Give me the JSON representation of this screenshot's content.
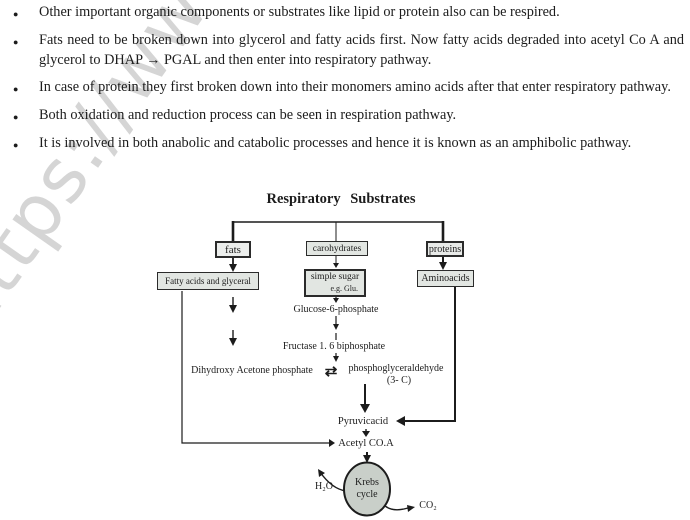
{
  "page": {
    "bullet_marker": "●",
    "watermark": "https://www.Stu",
    "bullets": [
      "Other important organic components or substrates like lipid or protein also can be respired.",
      "Fats need to be broken down into glycerol and fatty acids first. Now fatty acids degraded into acetyl Co A and glycerol to DHAP → PGAL and then enter into respiratory pathway.",
      "In case of protein they first broken down into their monomers amino acids after that enter respiratory pathway.",
      "Both oxidation and reduction process can be seen in respiration pathway.",
      "It is involved in both anabolic and catabolic processes and hence it is known as an amphibolic pathway."
    ]
  },
  "diagram": {
    "title": "Respiratory  Substrates",
    "boxes": {
      "fats": "fats",
      "carbohydrates": "carohydrates",
      "proteins": "proteins",
      "fatty_acids": "Fatty acids and glyceral",
      "simple_sugar": "simple sugar",
      "simple_sugar_eg": "e.g. Glu.",
      "aminoacids": "Aminoacids"
    },
    "labels": {
      "glucose_6_phosphate": "Glucose-6-phosphate",
      "fructose_biphosphate": "Fructase 1. 6 biphosphate",
      "dihydroxy_acetone": "Dihydroxy Acetone phosphate",
      "equilibrium_symbol": "⇄",
      "phosphoglyceraldehyde": "phosphoglyceraldehyde",
      "phosphoglyceraldehyde_carbons": "(3- C)",
      "pyruvic_acid": "Pyruvicacid",
      "acetyl_coa": "Acetyl CO.A",
      "krebs_line1": "Krebs",
      "krebs_line2": "cycle",
      "h2o": "H₂O",
      "co2": "CO₂"
    },
    "colors": {
      "ink": "#1c1c1c",
      "box_fill": "#e2e6e2",
      "krebs_fill": "#c9cfc9",
      "watermark": "#c8c8c8"
    }
  }
}
